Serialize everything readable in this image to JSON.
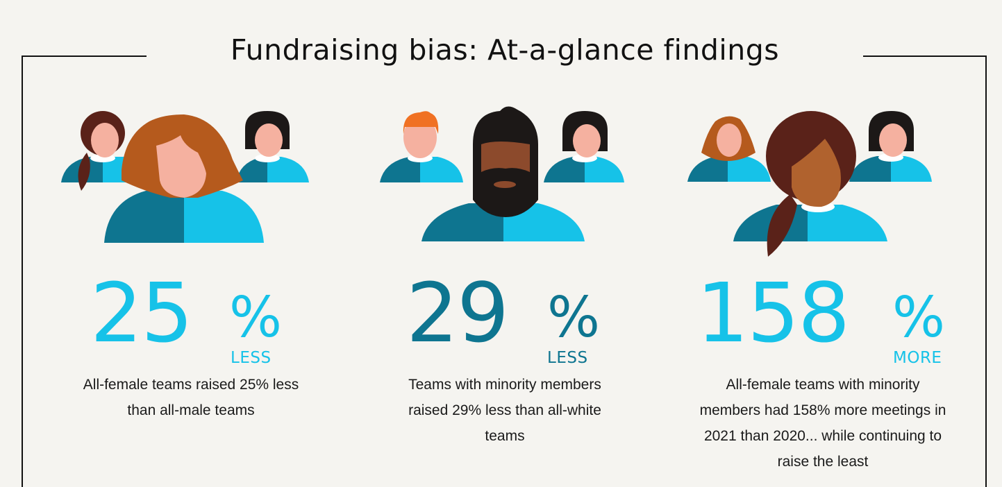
{
  "title": "Fundraising bias: At-a-glance findings",
  "colors": {
    "background": "#f5f4f0",
    "frame": "#111111",
    "light_blue": "#16c2e8",
    "dark_teal": "#0e7590",
    "skin_light": "#f5b1a0",
    "skin_brown": "#8c4a2c",
    "skin_tan": "#b0622e",
    "hair_auburn": "#b55a1d",
    "hair_dark_brown": "#5a2219",
    "hair_black": "#1c1817",
    "hair_orange": "#f07123"
  },
  "findings": [
    {
      "value": "25",
      "unit": "%",
      "qualifier": "LESS",
      "value_color": "#16c2e8",
      "description": "All-female teams raised 25% less than all-male teams",
      "illustration": "three-women-icon"
    },
    {
      "value": "29",
      "unit": "%",
      "qualifier": "LESS",
      "value_color": "#0e7590",
      "description": "Teams with minority members raised 29% less than all-white teams",
      "illustration": "diverse-team-icon"
    },
    {
      "value": "158",
      "unit": "%",
      "qualifier": "MORE",
      "value_color": "#16c2e8",
      "description": "All-female teams with minority members had 158% more meetings in 2021 than 2020... while continuing to raise the least",
      "illustration": "minority-women-team-icon"
    }
  ]
}
